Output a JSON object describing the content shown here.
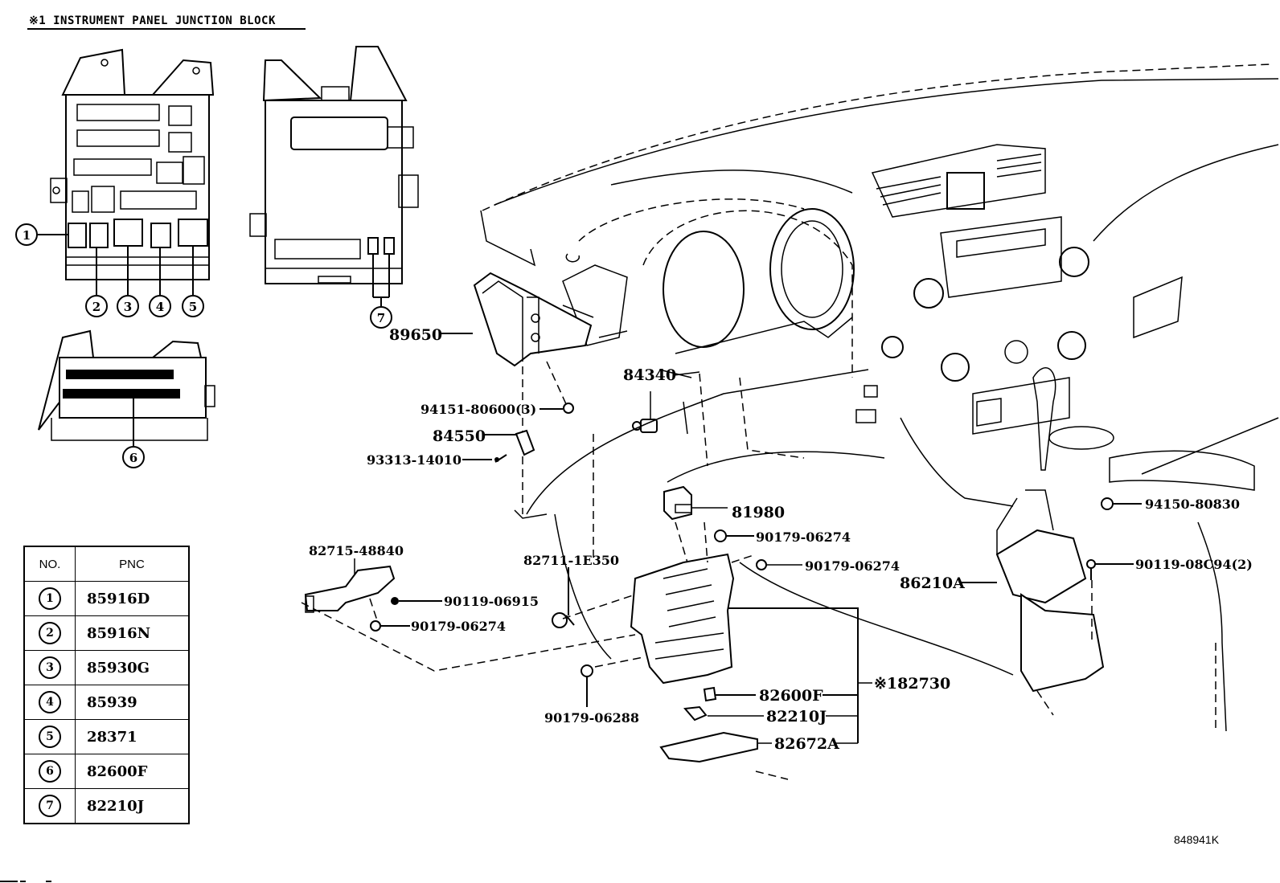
{
  "title": "※1 INSTRUMENT PANEL JUNCTION BLOCK",
  "reference_code": "848941K",
  "junction_block_callouts": [
    {
      "no": "1"
    },
    {
      "no": "2"
    },
    {
      "no": "3"
    },
    {
      "no": "4"
    },
    {
      "no": "5"
    },
    {
      "no": "6"
    },
    {
      "no": "7"
    }
  ],
  "table": {
    "headers": {
      "no": "NO.",
      "pnc": "PNC"
    },
    "rows": [
      {
        "no": "1",
        "pnc": "85916D"
      },
      {
        "no": "2",
        "pnc": "85916N"
      },
      {
        "no": "3",
        "pnc": "85930G"
      },
      {
        "no": "4",
        "pnc": "85939"
      },
      {
        "no": "5",
        "pnc": "28371"
      },
      {
        "no": "6",
        "pnc": "82600F"
      },
      {
        "no": "7",
        "pnc": "82210J"
      }
    ]
  },
  "part_labels": {
    "p89650": "89650",
    "p94151": "94151-80600(3)",
    "p84550": "84550",
    "p93313": "93313-14010",
    "p84340": "84340",
    "p81980": "81980",
    "p90179a": "90179-06274",
    "p90179b": "90179-06274",
    "p82715": "82715-48840",
    "p90119a": "90119-06915",
    "p90179c": "90179-06274",
    "p82711": "82711-1E350",
    "p90179d": "90179-06288",
    "p86210": "86210A",
    "p94150": "94150-80830",
    "p90119b": "90119-08C94(2)",
    "p182730": "※182730",
    "p82600": "82600F",
    "p82210": "82210J",
    "p82672": "82672A"
  }
}
